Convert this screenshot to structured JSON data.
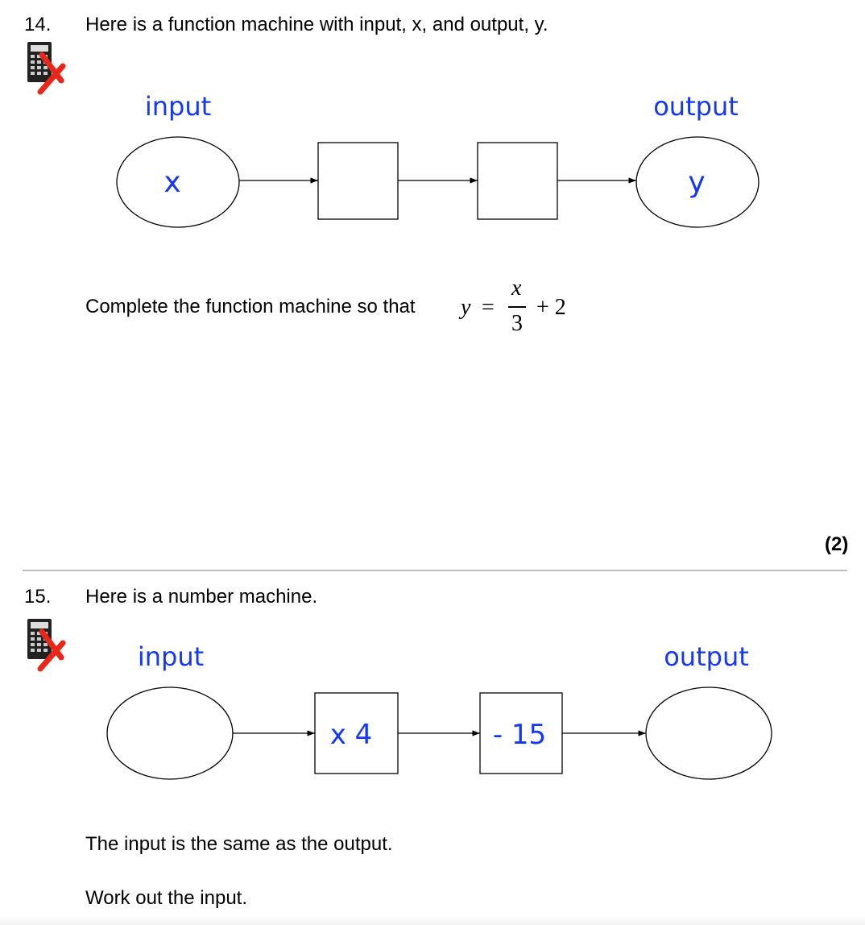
{
  "q14": {
    "number": "14.",
    "question": "Here is a function machine with input, x, and output, y.",
    "calculator_icon": "no-calculator-icon",
    "input_label": "input",
    "output_label": "output",
    "input_value": "x",
    "output_value": "y",
    "box1": "",
    "box2": "",
    "instruction": "Complete the function machine so that",
    "eq_lhs": "y",
    "eq_equals": "=",
    "eq_num": "x",
    "eq_den": "3",
    "eq_rest": "+ 2",
    "marks": "(2)"
  },
  "q15": {
    "number": "15.",
    "question": "Here is a number machine.",
    "calculator_icon": "no-calculator-icon",
    "input_label": "input",
    "output_label": "output",
    "box1": "x 4",
    "box2": "- 15",
    "statement": "The input is the same as the output.",
    "instruction": "Work out the input."
  },
  "colors": {
    "handwriting": "#1538f5",
    "cross": "#e8261a",
    "divider": "#bdbdbd"
  }
}
